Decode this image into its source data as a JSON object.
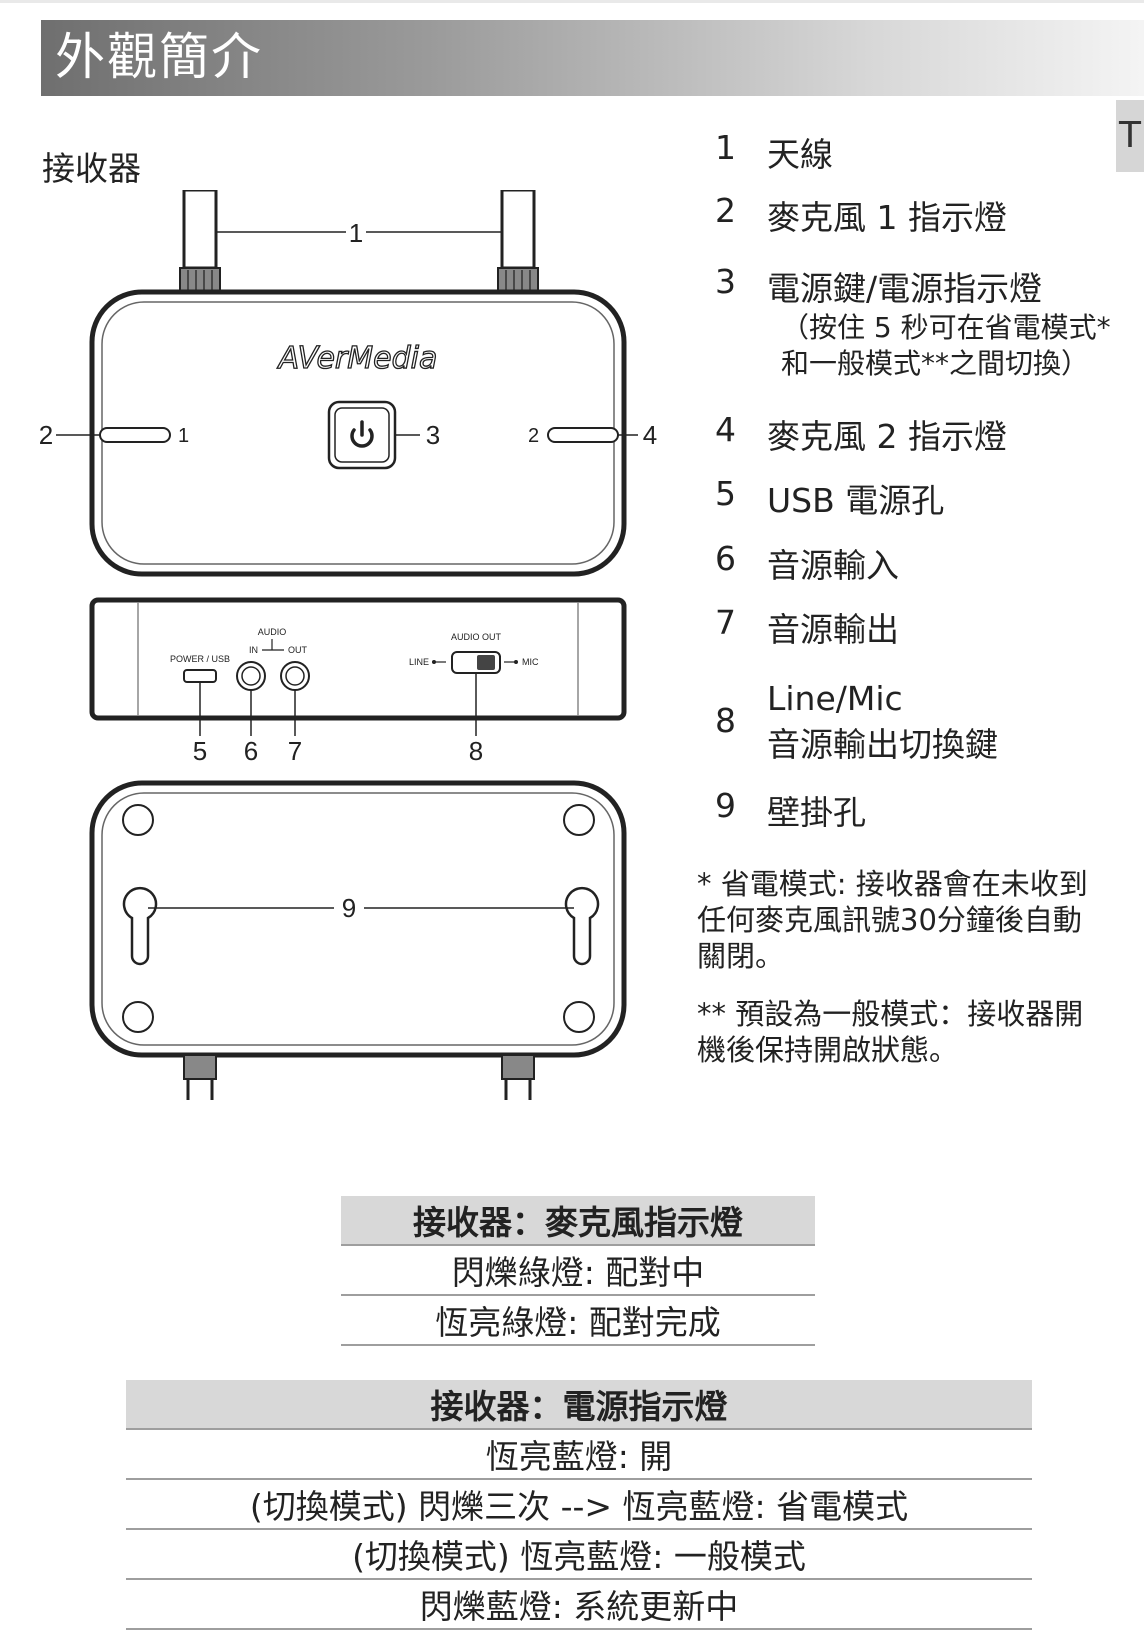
{
  "section": {
    "title": "外觀簡介",
    "tab_label": "T"
  },
  "device_heading": "接收器",
  "diagram": {
    "brand_logo": "AVerMedia",
    "port_labels": {
      "power_usb": "POWER / USB",
      "audio": "AUDIO",
      "in": "IN",
      "out": "OUT",
      "audio_out": "AUDIO OUT",
      "line": "LINE",
      "mic": "MIC"
    },
    "mic_marks": [
      "1",
      "2"
    ],
    "callouts": [
      "1",
      "2",
      "3",
      "4",
      "5",
      "6",
      "7",
      "8",
      "9"
    ],
    "power_icon": "power-icon"
  },
  "legend": [
    {
      "num": "1",
      "text": "天線"
    },
    {
      "num": "2",
      "text": "麥克風 1 指示燈"
    },
    {
      "num": "3",
      "text": "電源鍵/電源指示燈",
      "note1": "（按住 5 秒可在省電模式*",
      "note2": "和一般模式**之間切換）"
    },
    {
      "num": "4",
      "text": "麥克風 2 指示燈"
    },
    {
      "num": "5",
      "text": "USB 電源孔"
    },
    {
      "num": "6",
      "text": "音源輸入"
    },
    {
      "num": "7",
      "text": "音源輸出"
    },
    {
      "num": "8",
      "text": "Line/Mic",
      "line2": "音源輸出切換鍵"
    },
    {
      "num": "9",
      "text": "壁掛孔"
    }
  ],
  "footnotes": [
    {
      "line1": "* 省電模式: 接收器會在未收到",
      "line2": "任何麥克風訊號30分鐘後自動",
      "line3": "關閉。"
    },
    {
      "line1": "** 預設為一般模式：接收器開",
      "line2": "機後保持開啟狀態。"
    }
  ],
  "mic_table": {
    "header": "接收器：麥克風指示燈",
    "rows": [
      "閃爍綠燈: 配對中",
      "恆亮綠燈: 配對完成"
    ]
  },
  "power_table": {
    "header": "接收器：電源指示燈",
    "rows": [
      "恆亮藍燈: 開",
      "(切換模式) 閃爍三次 --> 恆亮藍燈: 省電模式",
      "(切換模式) 恆亮藍燈: 一般模式",
      "閃爍藍燈: 系統更新中"
    ]
  },
  "colors": {
    "header_gradient_start": "#6f6f6f",
    "table_header": "#d8d8d8",
    "rule": "#9e9e9e"
  }
}
